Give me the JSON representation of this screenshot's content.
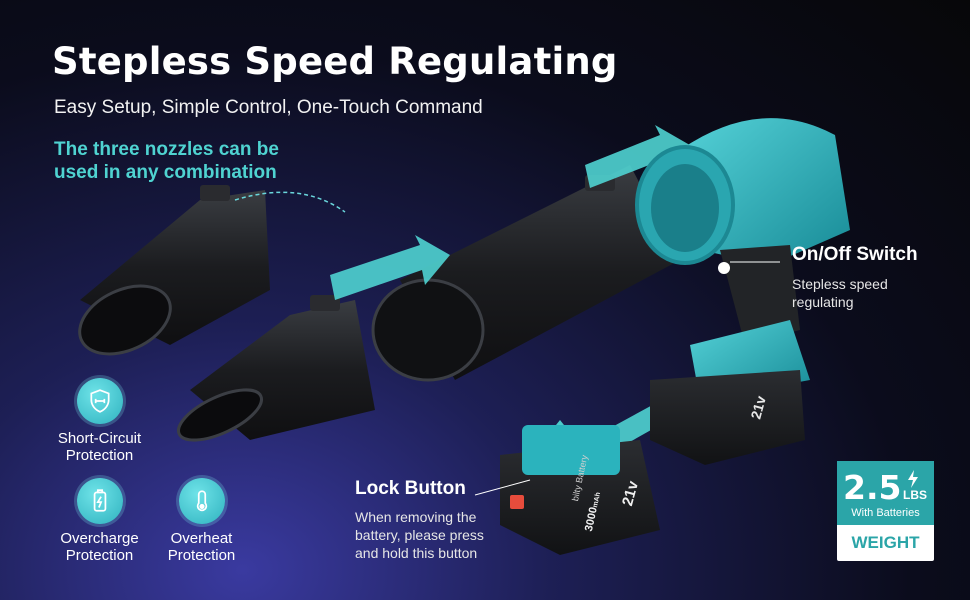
{
  "header": {
    "title": "Stepless Speed Regulating",
    "subtitle": "Easy Setup, Simple Control, One-Touch Command"
  },
  "nozzle_note": {
    "line1": "The three nozzles can be",
    "line2": "used in any combination"
  },
  "switch_callout": {
    "title": "On/Off Switch",
    "line1": "Stepless speed",
    "line2": "regulating"
  },
  "lock_callout": {
    "title": "Lock Button",
    "line1": "When removing the",
    "line2": "battery, please press",
    "line3": "and hold this button"
  },
  "features": [
    {
      "line1": "Short-Circuit",
      "line2": "Protection",
      "icon": "shield-icon"
    },
    {
      "line1": "Overcharge",
      "line2": "Protection",
      "icon": "battery-icon"
    },
    {
      "line1": "Overheat",
      "line2": "Protection",
      "icon": "thermometer-icon"
    }
  ],
  "battery": {
    "brand_text": "bilty Battery",
    "voltage": "21v",
    "capacity": "3000",
    "capacity_unit": "mAh"
  },
  "weight": {
    "value": "2.5",
    "unit": "LBS",
    "note": "With Batteries",
    "label": "WEIGHT"
  },
  "colors": {
    "accent": "#4fd3d1",
    "tool_body": "#2bb3bd",
    "weight_badge": "#2ba5a8"
  }
}
